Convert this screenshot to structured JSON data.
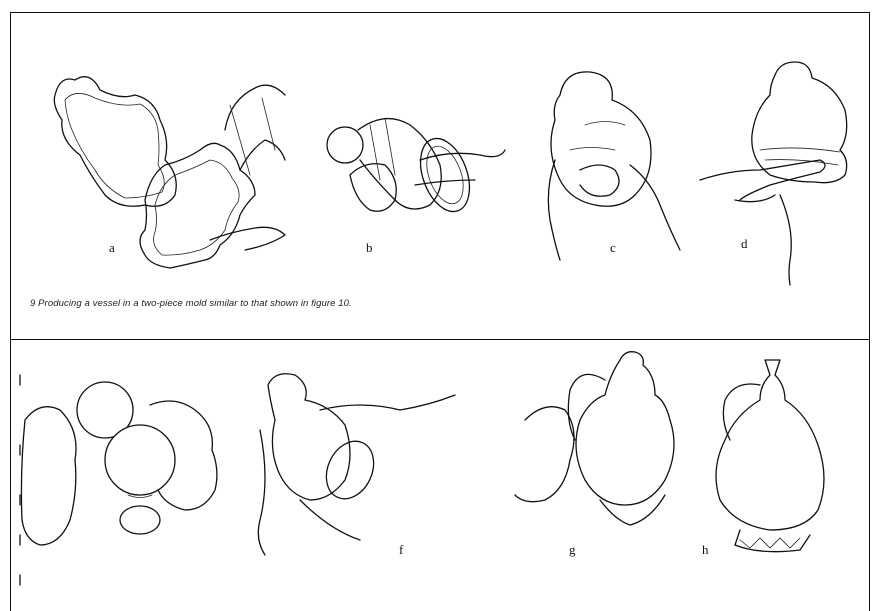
{
  "caption": "9  Producing a vessel in a two-piece mold similar to that shown in figure 10.",
  "labels_top": [
    "a",
    "b",
    "c",
    "d"
  ],
  "labels_bottom": [
    "f",
    "g",
    "h"
  ]
}
